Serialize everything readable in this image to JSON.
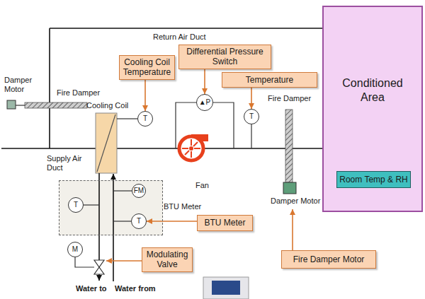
{
  "diagram": {
    "nodes": [
      {
        "text": [
          "Conditioned Area"
        ]
      },
      {
        "text": [
          "Room Temp & RH"
        ],
        "in": 0
      },
      {
        "text": [
          "Differential Pressure Switch"
        ]
      },
      {
        "text": [
          "Cooling Coil Temperature"
        ]
      },
      {
        "text": [
          "Temperature"
        ]
      },
      {
        "text": [
          "▲P"
        ]
      },
      {
        "text": [
          "T"
        ]
      },
      {
        "text": [
          "T"
        ]
      },
      {
        "text": [
          "BTU Meter"
        ]
      },
      {
        "text": [
          "FM"
        ],
        "in": 8
      },
      {
        "text": [
          "T"
        ],
        "in": 8
      },
      {
        "text": [
          "T"
        ],
        "in": 8
      },
      {
        "text": [
          "BTU Meter"
        ]
      },
      {
        "text": [
          "M"
        ]
      },
      {
        "text": [
          "Modulating Valve"
        ]
      },
      {
        "text": [
          "Fire Damper Motor"
        ]
      }
    ],
    "edges": [
      {
        "from": 3,
        "to": 6,
        "arrow": "to"
      },
      {
        "from": 2,
        "to": 5,
        "arrow": "to"
      },
      {
        "from": 4,
        "to": 7,
        "arrow": "to"
      },
      {
        "from": 12,
        "to": 11,
        "arrow": "to"
      }
    ],
    "labels": [
      "Return Air Duct",
      "Damper Motor",
      "Fire Damper",
      "Cooling Coil",
      "Supply Air Duct",
      "Fan",
      "Fire Damper",
      "Damper Motor",
      "Water to",
      "Water from"
    ]
  }
}
